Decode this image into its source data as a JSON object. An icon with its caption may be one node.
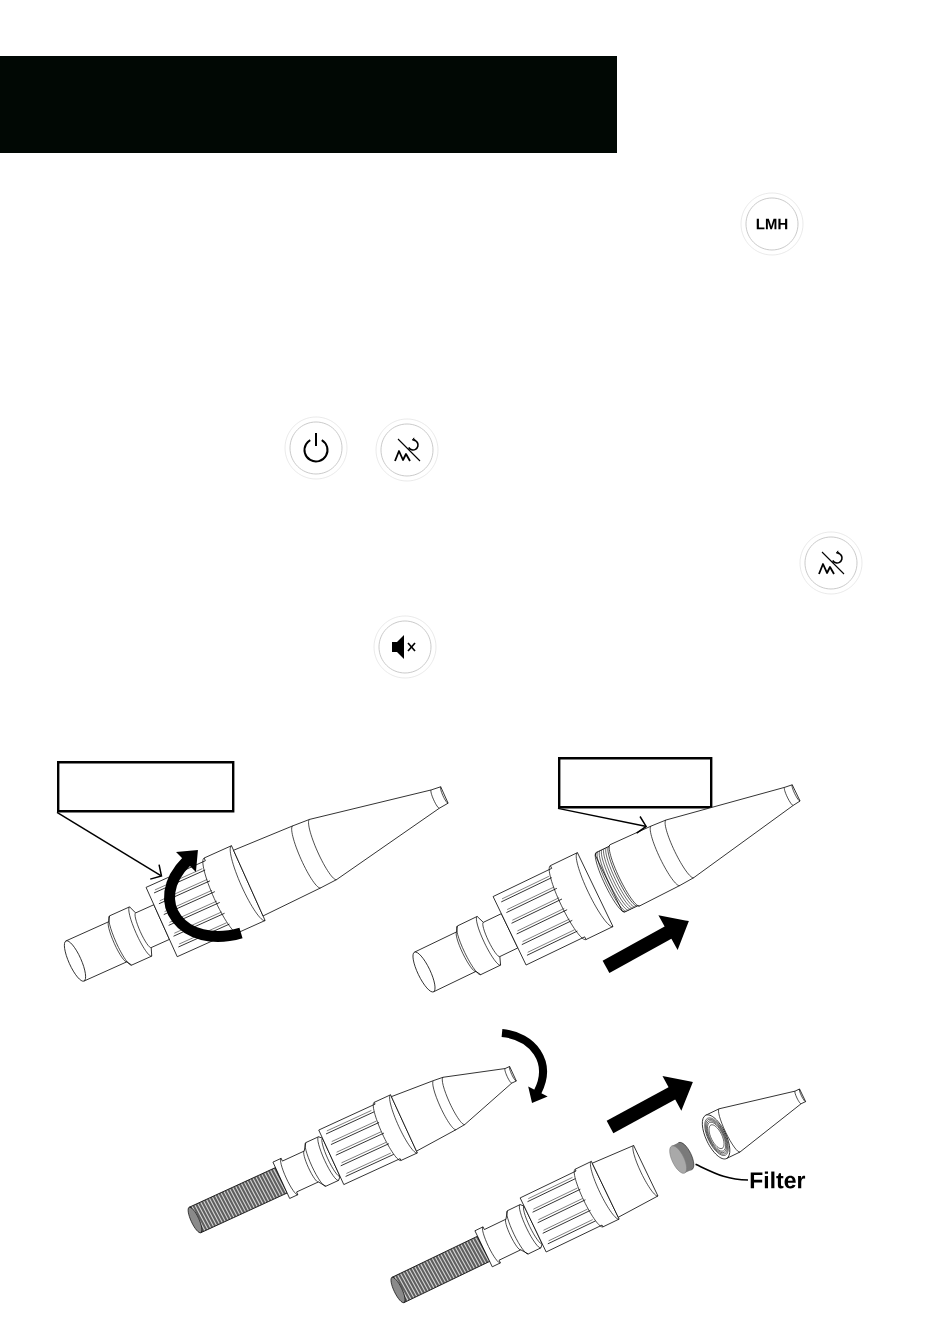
{
  "diagram": {
    "nodes": [
      {
        "text": [
          "LMH"
        ]
      },
      {
        "text": [],
        "shape": "box"
      },
      {
        "text": [],
        "shape": "box"
      },
      {
        "text": [],
        "shape": "picture"
      },
      {
        "text": [],
        "shape": "picture"
      },
      {
        "text": [],
        "shape": "picture"
      },
      {
        "text": [],
        "shape": "picture"
      },
      {
        "text": [],
        "shape": "picture"
      },
      {
        "text": [
          "Filter"
        ]
      }
    ],
    "edges": [
      {
        "from": 1,
        "to": 3,
        "arrow": "to"
      },
      {
        "from": 2,
        "to": 6,
        "arrow": "to"
      },
      {
        "from": 8,
        "to": 7,
        "arrow": "none"
      }
    ]
  }
}
